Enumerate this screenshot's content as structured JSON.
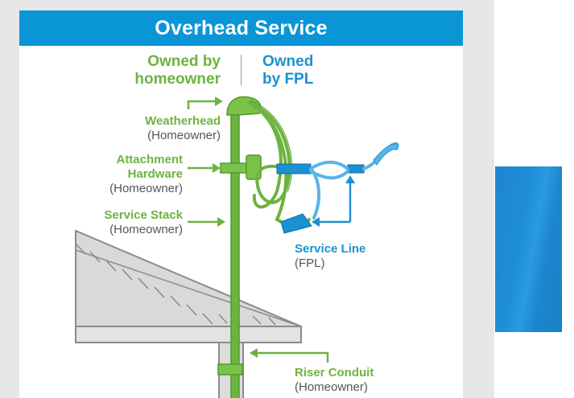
{
  "title": "Overhead Service",
  "ownership": {
    "homeowner": [
      "Owned by",
      "homeowner"
    ],
    "fpl": [
      "Owned",
      "by FPL"
    ]
  },
  "labels": {
    "weatherhead": {
      "name": "Weatherhead",
      "owner": "(Homeowner)"
    },
    "attachment": {
      "name_line1": "Attachment",
      "name_line2": "Hardware",
      "owner": "(Homeowner)"
    },
    "service_stack": {
      "name": "Service Stack",
      "owner": "(Homeowner)"
    },
    "service_line": {
      "name": "Service Line",
      "owner": "(FPL)"
    },
    "riser_conduit": {
      "name": "Riser Conduit",
      "owner": "(Homeowner)"
    }
  },
  "colors": {
    "banner_blue": "#0a96d6",
    "homeowner_green": "#6db33f",
    "fpl_blue": "#1a91d1",
    "panel_blue": "#1e8ed8",
    "roof_gray": "#d9d9d9"
  }
}
